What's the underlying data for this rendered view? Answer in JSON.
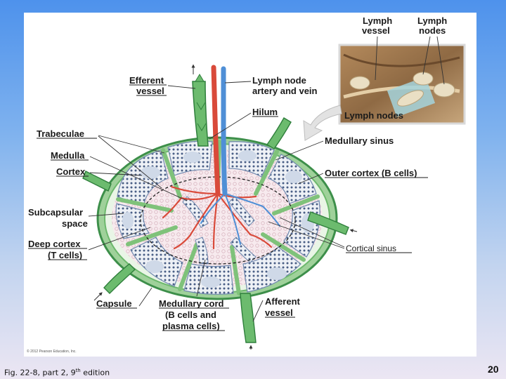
{
  "figure": {
    "labels": {
      "lymph_vessel_1": "Lymph",
      "lymph_vessel_2": "vessel",
      "lymph_nodes_top_1": "Lymph",
      "lymph_nodes_top_2": "nodes",
      "lymph_nodes_photo": "Lymph nodes",
      "efferent_vessel_1": "Efferent",
      "efferent_vessel_2": "vessel",
      "artery_vein_1": "Lymph node",
      "artery_vein_2": "artery and vein",
      "hilum": "Hilum",
      "trabeculae": "Trabeculae",
      "medullary_sinus": "Medullary sinus",
      "medulla": "Medulla",
      "cortex": "Cortex",
      "outer_cortex": "Outer cortex (B cells)",
      "subcapsular_1": "Subcapsular",
      "subcapsular_2": "space",
      "deep_cortex_1": "Deep cortex",
      "deep_cortex_2": "(T cells)",
      "cortical_sinus": "Cortical sinus",
      "capsule": "Capsule",
      "medullary_cord_1": "Medullary cord",
      "medullary_cord_2": "(B cells and",
      "medullary_cord_3": "plasma cells)",
      "afferent_vessel_1": "Afferent",
      "afferent_vessel_2": "vessel"
    },
    "copyright": "© 2012 Pearson Education, Inc."
  },
  "caption": {
    "text": "Fig. 22-8, part 2, 9",
    "superscript": "th",
    "suffix": " edition"
  },
  "page_number": "20",
  "colors": {
    "capsule_green": "#8cc98a",
    "capsule_dark": "#3d8f4a",
    "vessel_green": "#5fae66",
    "artery_red": "#d94a3a",
    "vein_blue": "#4f8fd6",
    "lymphoid_blue": "#b9c6da",
    "medulla_pink": "#f3e6ea"
  }
}
